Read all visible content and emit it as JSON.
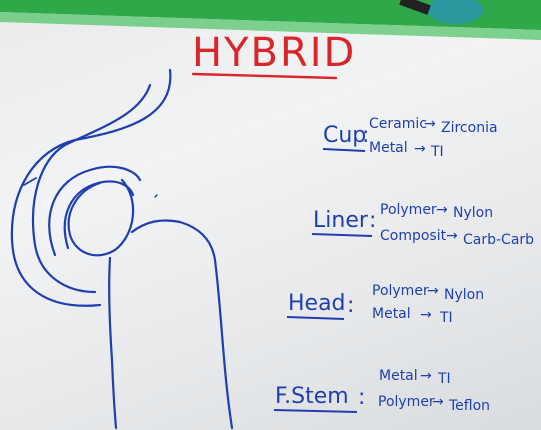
{
  "title": "HYBRID",
  "sections": [
    {
      "label": "Cup",
      "rows": [
        {
          "from": "Ceramic",
          "to": "Zirconia"
        },
        {
          "from": "Metal",
          "to": "TI"
        }
      ]
    },
    {
      "label": "Liner",
      "rows": [
        {
          "from": "Polymer",
          "to": "Nylon"
        },
        {
          "from": "Composit",
          "to": "Carb-Carb"
        }
      ]
    },
    {
      "label": "Head",
      "rows": [
        {
          "from": "Polymer",
          "to": "Nylon"
        },
        {
          "from": "Metal",
          "to": "TI"
        }
      ]
    },
    {
      "label": "F.Stem",
      "rows": [
        {
          "from": "Metal",
          "to": "TI"
        },
        {
          "from": "Polymer",
          "to": "Teflon"
        }
      ]
    }
  ],
  "colors": {
    "title_ink": "#d9262a",
    "body_ink": "#1f3fb0",
    "board": "#eef0f1",
    "tape": "#2fa84a"
  }
}
